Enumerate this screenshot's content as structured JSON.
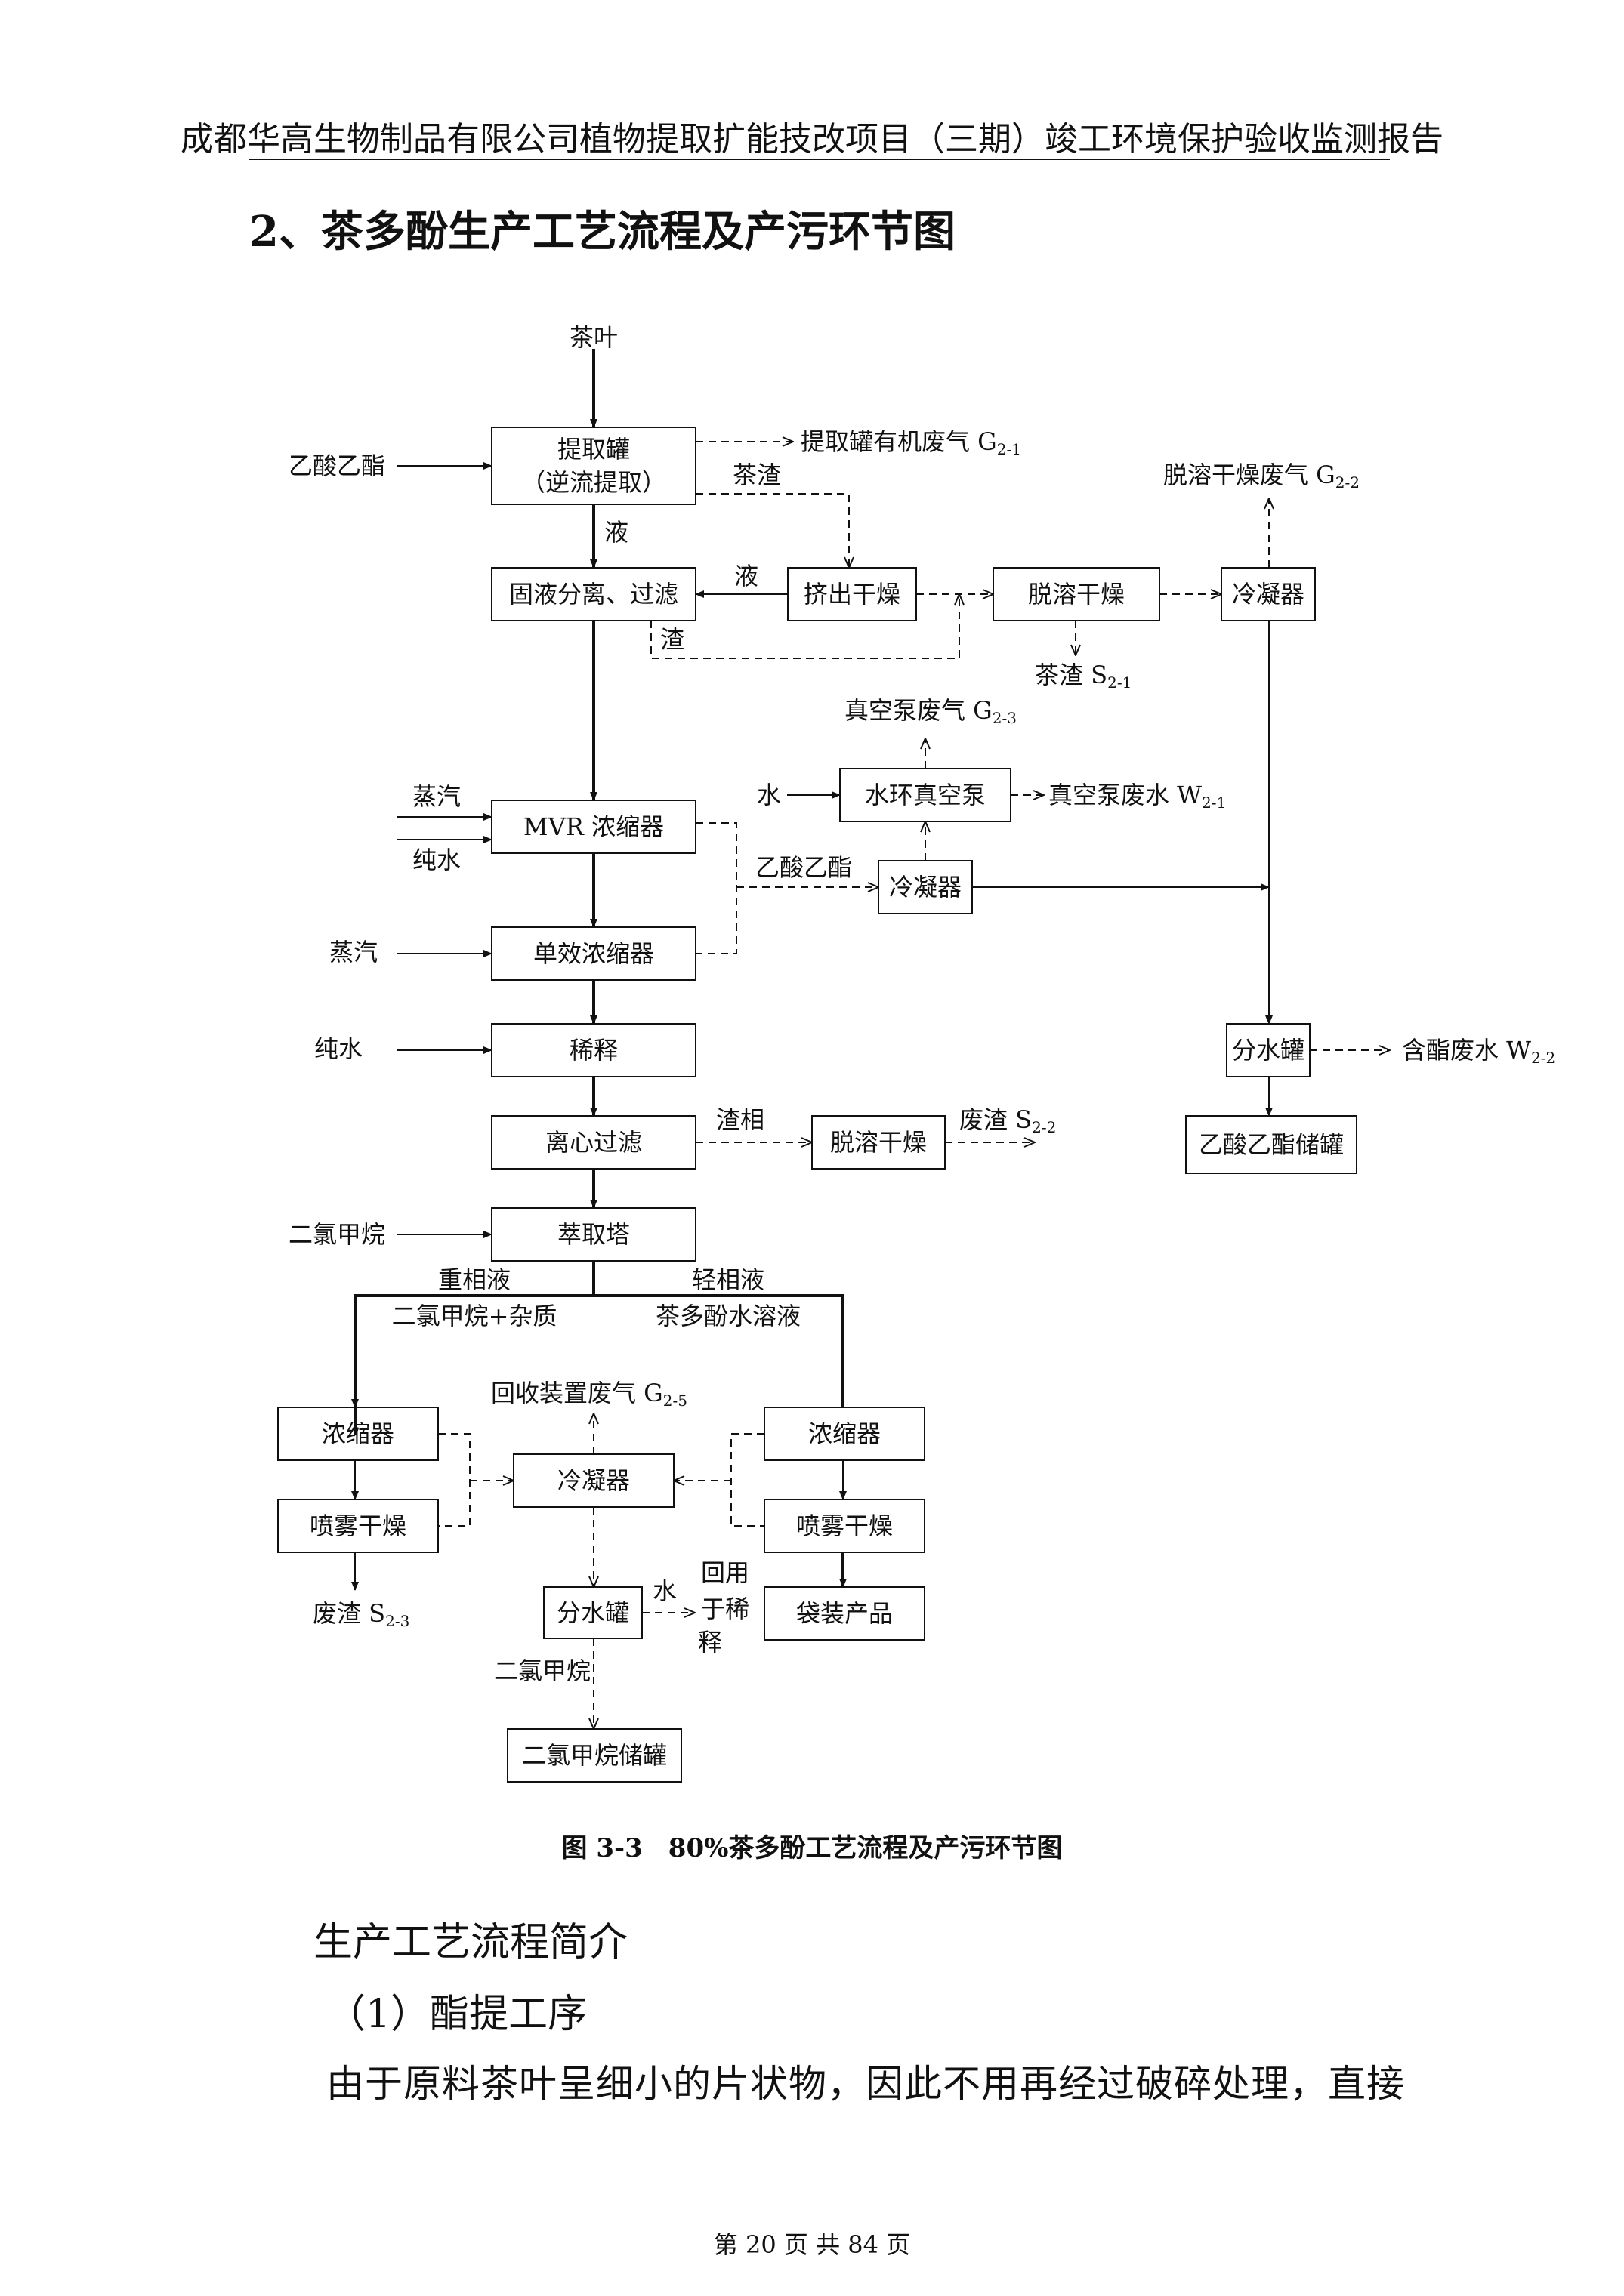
{
  "page": {
    "header": "成都华高生物制品有限公司植物提取扩能技改项目（三期）竣工环境保护验收监测报告",
    "section_title": "2、茶多酚生产工艺流程及产污环节图",
    "caption": "图 3-3　80%茶多酚工艺流程及产污环节图",
    "intro_heading": "生产工艺流程简介",
    "subheading": "（1）酯提工序",
    "body_line": "由于原料茶叶呈细小的片状物，因此不用再经过破碎处理，直接",
    "footer": "第 20 页 共 84 页"
  },
  "diagram": {
    "boxes": {
      "extraction_tank_1": "提取罐",
      "extraction_tank_2": "（逆流提取）",
      "solid_liquid_separation": "固液分离、过滤",
      "extrusion_drying": "挤出干燥",
      "desolvent_drying_1": "脱溶干燥",
      "condenser_1": "冷凝器",
      "water_ring_vacuum_pump": "水环真空泵",
      "mvr_concentrator": "MVR 浓缩器",
      "condenser_2": "冷凝器",
      "single_effect_concentrator": "单效浓缩器",
      "dilution": "稀释",
      "water_separation_tank_1": "分水罐",
      "centrifugal_filtration": "离心过滤",
      "desolvent_drying_2": "脱溶干燥",
      "ethyl_acetate_storage": "乙酸乙酯储罐",
      "extraction_tower": "萃取塔",
      "concentrator_left": "浓缩器",
      "concentrator_right": "浓缩器",
      "condenser_3": "冷凝器",
      "spray_drying_left": "喷雾干燥",
      "spray_drying_right": "喷雾干燥",
      "water_separation_tank_2": "分水罐",
      "bagged_product": "袋装产品",
      "dcm_storage": "二氯甲烷储罐"
    },
    "labels": {
      "tea_leaves": "茶叶",
      "ethyl_acetate_in": "乙酸乙酯",
      "g21_main": "提取罐有机废气 G",
      "g21_sub": "2-1",
      "tea_residue": "茶渣",
      "liquid_1": "液",
      "liquid_2": "液",
      "residue": "渣",
      "g22_main": "脱溶干燥废气 G",
      "g22_sub": "2-2",
      "s21_main": "茶渣 S",
      "s21_sub": "2-1",
      "g23_main": "真空泵废气 G",
      "g23_sub": "2-3",
      "water_in": "水",
      "w21_main": "真空泵废水 W",
      "w21_sub": "2-1",
      "steam_1": "蒸汽",
      "pure_water_1": "纯水",
      "ethyl_acetate_mid": "乙酸乙酯",
      "steam_2": "蒸汽",
      "pure_water_2": "纯水",
      "w22_main": "含酯废水 W",
      "w22_sub": "2-2",
      "residue_phase": "渣相",
      "s22_main": "废渣 S",
      "s22_sub": "2-2",
      "dichloromethane_in": "二氯甲烷",
      "heavy_phase": "重相液",
      "heavy_phase_desc": "二氯甲烷+杂质",
      "light_phase": "轻相液",
      "light_phase_desc": "茶多酚水溶液",
      "g25_main": "回收装置废气 G",
      "g25_sub": "2-5",
      "s23_main": "废渣 S",
      "s23_sub": "2-3",
      "water_out": "水",
      "reuse_1": "回用",
      "reuse_2": "于稀",
      "reuse_3": "释",
      "dichloromethane_out": "二氯甲烷"
    }
  }
}
